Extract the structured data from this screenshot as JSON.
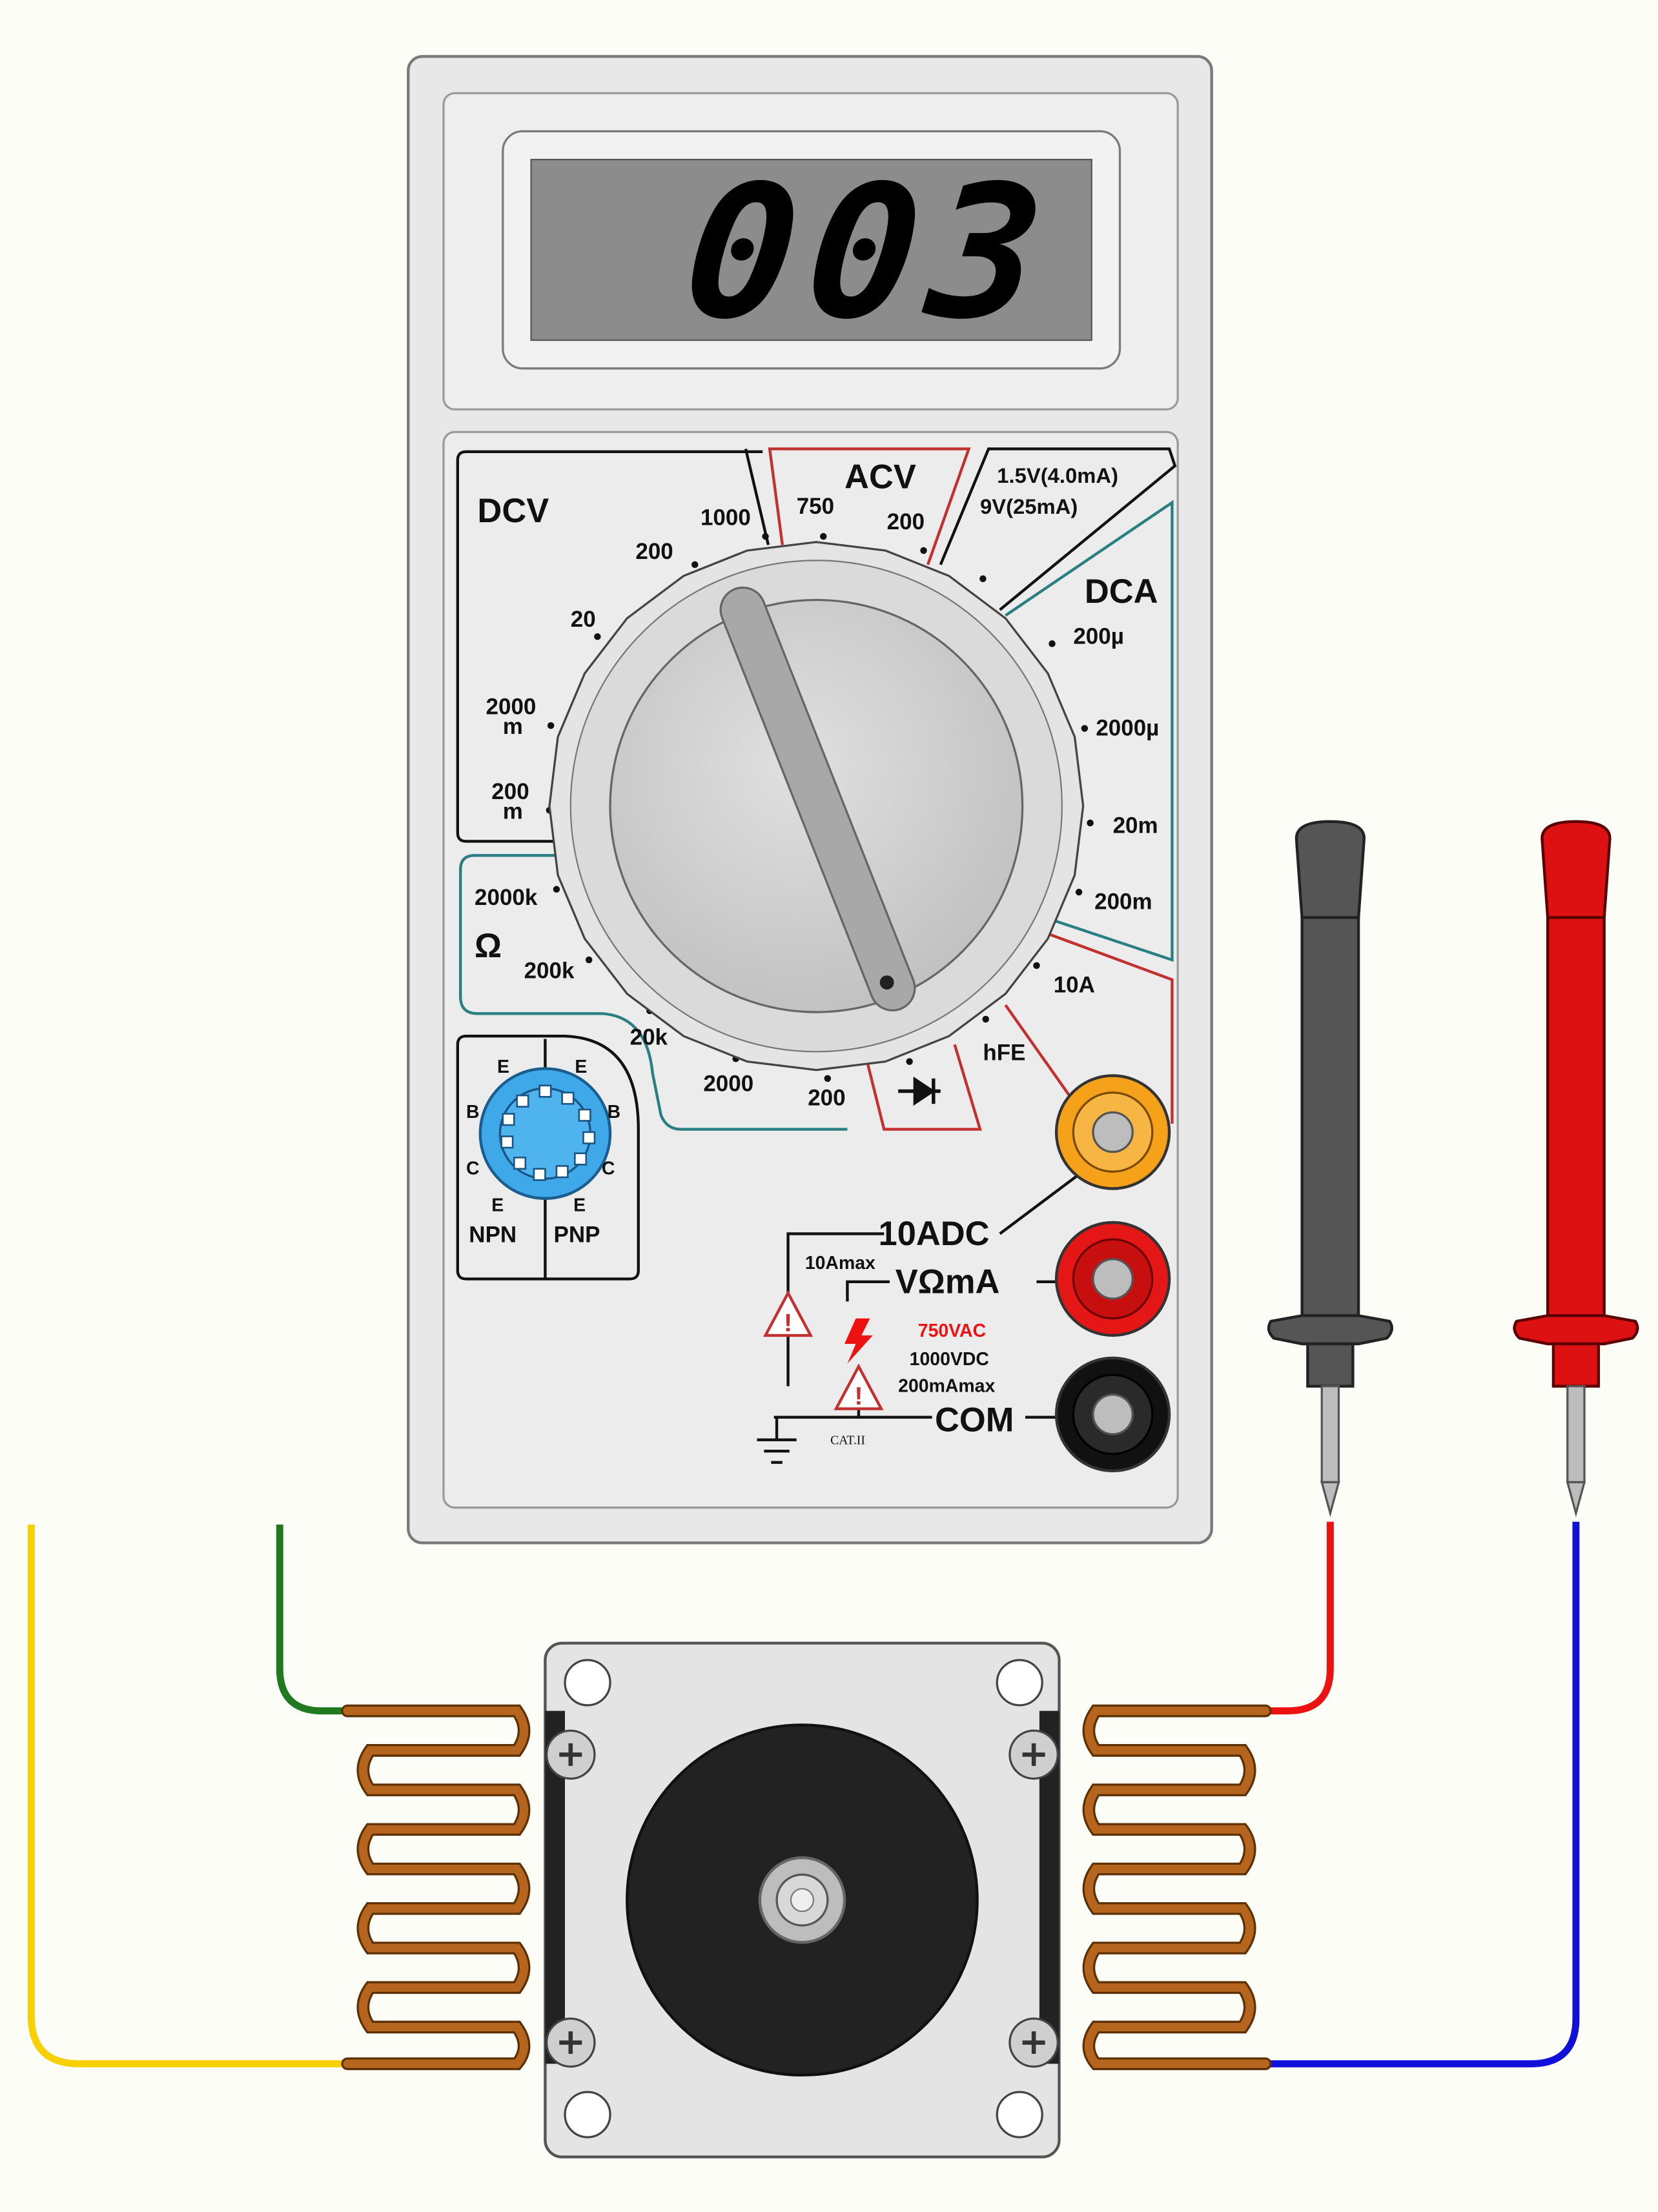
{
  "display": {
    "reading": "003"
  },
  "sections": {
    "dcv": "DCV",
    "acv": "ACV",
    "dca": "DCA",
    "ohm": "Ω",
    "battery_line1": "1.5V(4.0mA)",
    "battery_line2": "9V(25mA)"
  },
  "dial": {
    "dcv": [
      "1000",
      "200",
      "20",
      "2000",
      "m",
      "200",
      "m"
    ],
    "acv": [
      "750",
      "200"
    ],
    "dca": [
      "200µ",
      "2000µ",
      "20m",
      "200m"
    ],
    "other": [
      "10A",
      "hFE"
    ],
    "ohm": [
      "2000k",
      "200k",
      "20k",
      "2000",
      "200"
    ]
  },
  "hfe_socket": {
    "left_pins": [
      "E",
      "B",
      "C",
      "E"
    ],
    "right_pins": [
      "E",
      "B",
      "C",
      "E"
    ],
    "npn": "NPN",
    "pnp": "PNP"
  },
  "jacks": {
    "tenA": "10ADC",
    "tenA_max": "10Amax",
    "vohm": "VΩmA",
    "rating_ac": "750VAC",
    "rating_dc": "1000VDC",
    "rating_ma": "200mAmax",
    "com": "COM",
    "cat": "CAT.II"
  },
  "colors": {
    "body": "#e9e9e9",
    "lcd": "#8c8c8c",
    "red": "#cc1111",
    "teal": "#2a7f82",
    "orange": "#f5a21a",
    "blue_socket": "#3fa8e8",
    "coil": "#b5651d",
    "wire_yellow": "#f6d000",
    "wire_green": "#1f7a1f",
    "wire_red": "#ee1111",
    "wire_blue": "#1010d8"
  }
}
